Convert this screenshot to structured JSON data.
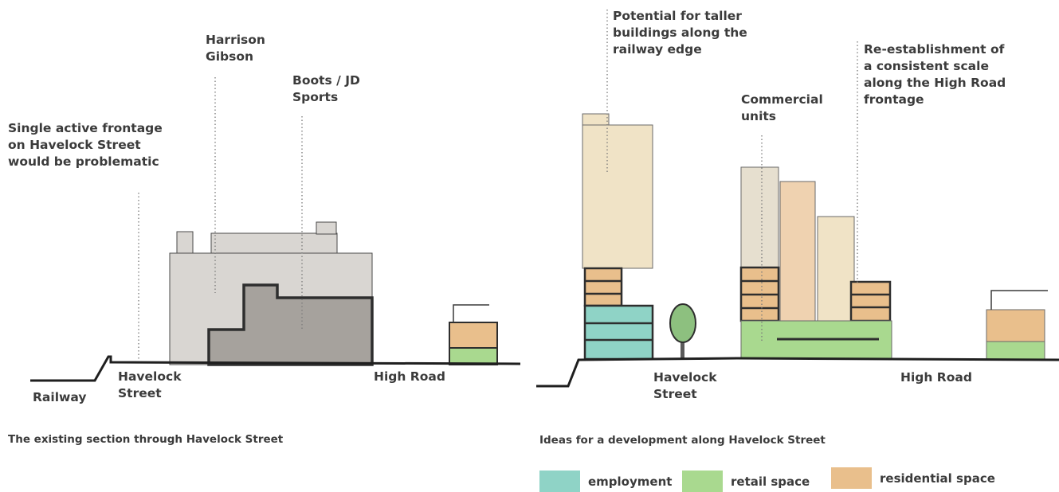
{
  "left": {
    "labels": {
      "harrison": "Harrison\nGibson",
      "boots": "Boots / JD\nSports",
      "single": "Single active frontage\non Havelock Street\nwould be problematic",
      "railway": "Railway",
      "havelock": "Havelock\nStreet",
      "high_road": "High Road"
    },
    "caption": "The existing section through Havelock Street"
  },
  "right": {
    "labels": {
      "taller": "Potential for taller\nbuildings along the\nrailway edge",
      "reestablish": "Re-establishment of\na consistent scale\nalong the High Road\nfrontage",
      "commercial": "Commercial\nunits",
      "havelock": "Havelock\nStreet",
      "high_road": "High Road"
    },
    "caption": "Ideas for a development along Havelock Street"
  },
  "legend": [
    {
      "label": "employment",
      "color": "#8fd3c6"
    },
    {
      "label": "retail space",
      "color": "#a9d98f"
    },
    {
      "label": "residential space",
      "color": "#e9bf8c"
    }
  ]
}
